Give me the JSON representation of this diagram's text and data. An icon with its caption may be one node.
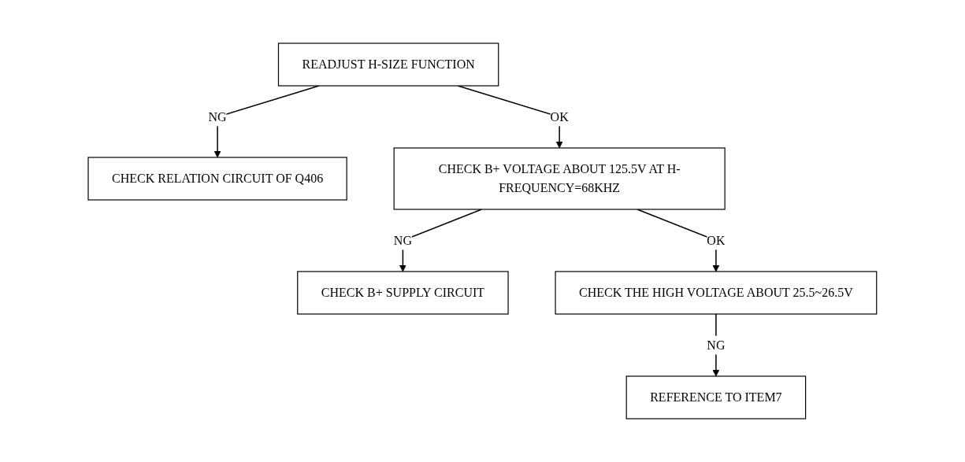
{
  "diagram": {
    "nodes": [
      {
        "text": [
          "READJUST H-SIZE FUNCTION"
        ]
      },
      {
        "text": [
          "CHECK RELATION CIRCUIT OF Q406"
        ]
      },
      {
        "text": [
          "CHECK B+ VOLTAGE ABOUT 125.5V AT H-FREQUENCY=68KHZ"
        ]
      },
      {
        "text": [
          "CHECK B+ SUPPLY CIRCUIT"
        ]
      },
      {
        "text": [
          "CHECK THE HIGH VOLTAGE ABOUT 25.5~26.5V"
        ]
      },
      {
        "text": [
          "REFERENCE TO ITEM7"
        ]
      }
    ],
    "edges": [
      {
        "from": 0,
        "to": 1,
        "arrow": "to",
        "label": "NG"
      },
      {
        "from": 0,
        "to": 2,
        "arrow": "to",
        "label": "OK"
      },
      {
        "from": 2,
        "to": 3,
        "arrow": "to",
        "label": "NG"
      },
      {
        "from": 2,
        "to": 4,
        "arrow": "to",
        "label": "OK"
      },
      {
        "from": 4,
        "to": 5,
        "arrow": "to",
        "label": "NG"
      }
    ]
  }
}
